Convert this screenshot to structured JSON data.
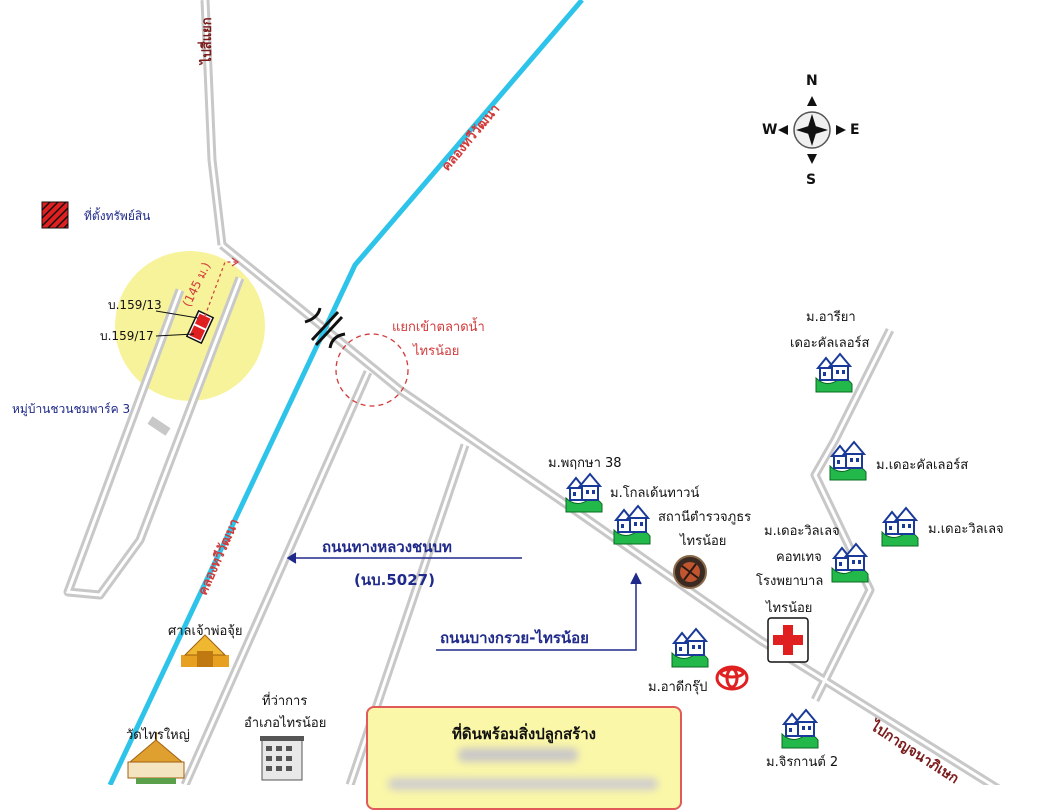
{
  "legend": {
    "label": "ที่ตั้งทรัพย์สิน"
  },
  "roads": {
    "top_left": "ไปสี่แยก",
    "canal_top": "คลองทวีวัฒนา",
    "canal_bottom": "คลองทวีวัฒนา",
    "rural_highway_line1": "ถนนทางหลวงชนบท",
    "rural_highway_line2": "(นบ.5027)",
    "bangkruai": "ถนนบางกรวย-ไทรน้อย",
    "to_kanchana": "ไปกาญจนาภิเษก"
  },
  "parcel": {
    "distance": "(145 ม.)",
    "plot1": "บ.159/13",
    "plot2": "บ.159/17"
  },
  "places": {
    "village_left": "หมู่บ้านชวนชมพาร์ค 3",
    "market_line1": "แยกเข้าตลาดน้ำ",
    "market_line2": "ไทรน้อย",
    "shrine": "ศาลเจ้าพ่อจุ้ย",
    "temple": "วัดไทรใหญ่",
    "district_line1": "ที่ว่าการ",
    "district_line2": "อำเภอไทรน้อย",
    "pruksa": "ม.พฤกษา 38",
    "golden_town": "ม.โกลเด้นทาวน์",
    "police_line1": "สถานีตำรวจภูธร",
    "police_line2": "ไทรน้อย",
    "areeya_line1": "ม.อารียา",
    "areeya_line2": "เดอะคัลเลอร์ส",
    "the_colors": "ม.เดอะคัลเลอร์ส",
    "the_village_right": "ม.เดอะวิลเลจ",
    "the_village_cottage_line1": "ม.เดอะวิลเลจ",
    "the_village_cottage_line2": "คอทเทจ",
    "hospital_line1": "โรงพยาบาล",
    "hospital_line2": "ไทรน้อย",
    "adi_group": "ม.อาดีกรุ๊ป",
    "jirakan": "ม.จิรกานต์ 2"
  },
  "compass": {
    "n": "N",
    "s": "S",
    "e": "E",
    "w": "W"
  },
  "info": {
    "title": "ที่ดินพร้อมสิ่งปลูกสร้าง"
  },
  "colors": {
    "road": "#c8c8c8",
    "canal": "#2ec4ea",
    "highlight": "#f7f39a",
    "parcel": "#e02020",
    "hospital_cross": "#e02020",
    "label_blue": "#1f2a8a",
    "label_red": "#d23a3a"
  },
  "icons": [
    "house-icon",
    "police-badge-icon",
    "hospital-cross-icon",
    "toyota-logo-icon",
    "shrine-icon",
    "temple-icon",
    "government-building-icon",
    "compass-rose-icon",
    "bridge-icon"
  ]
}
